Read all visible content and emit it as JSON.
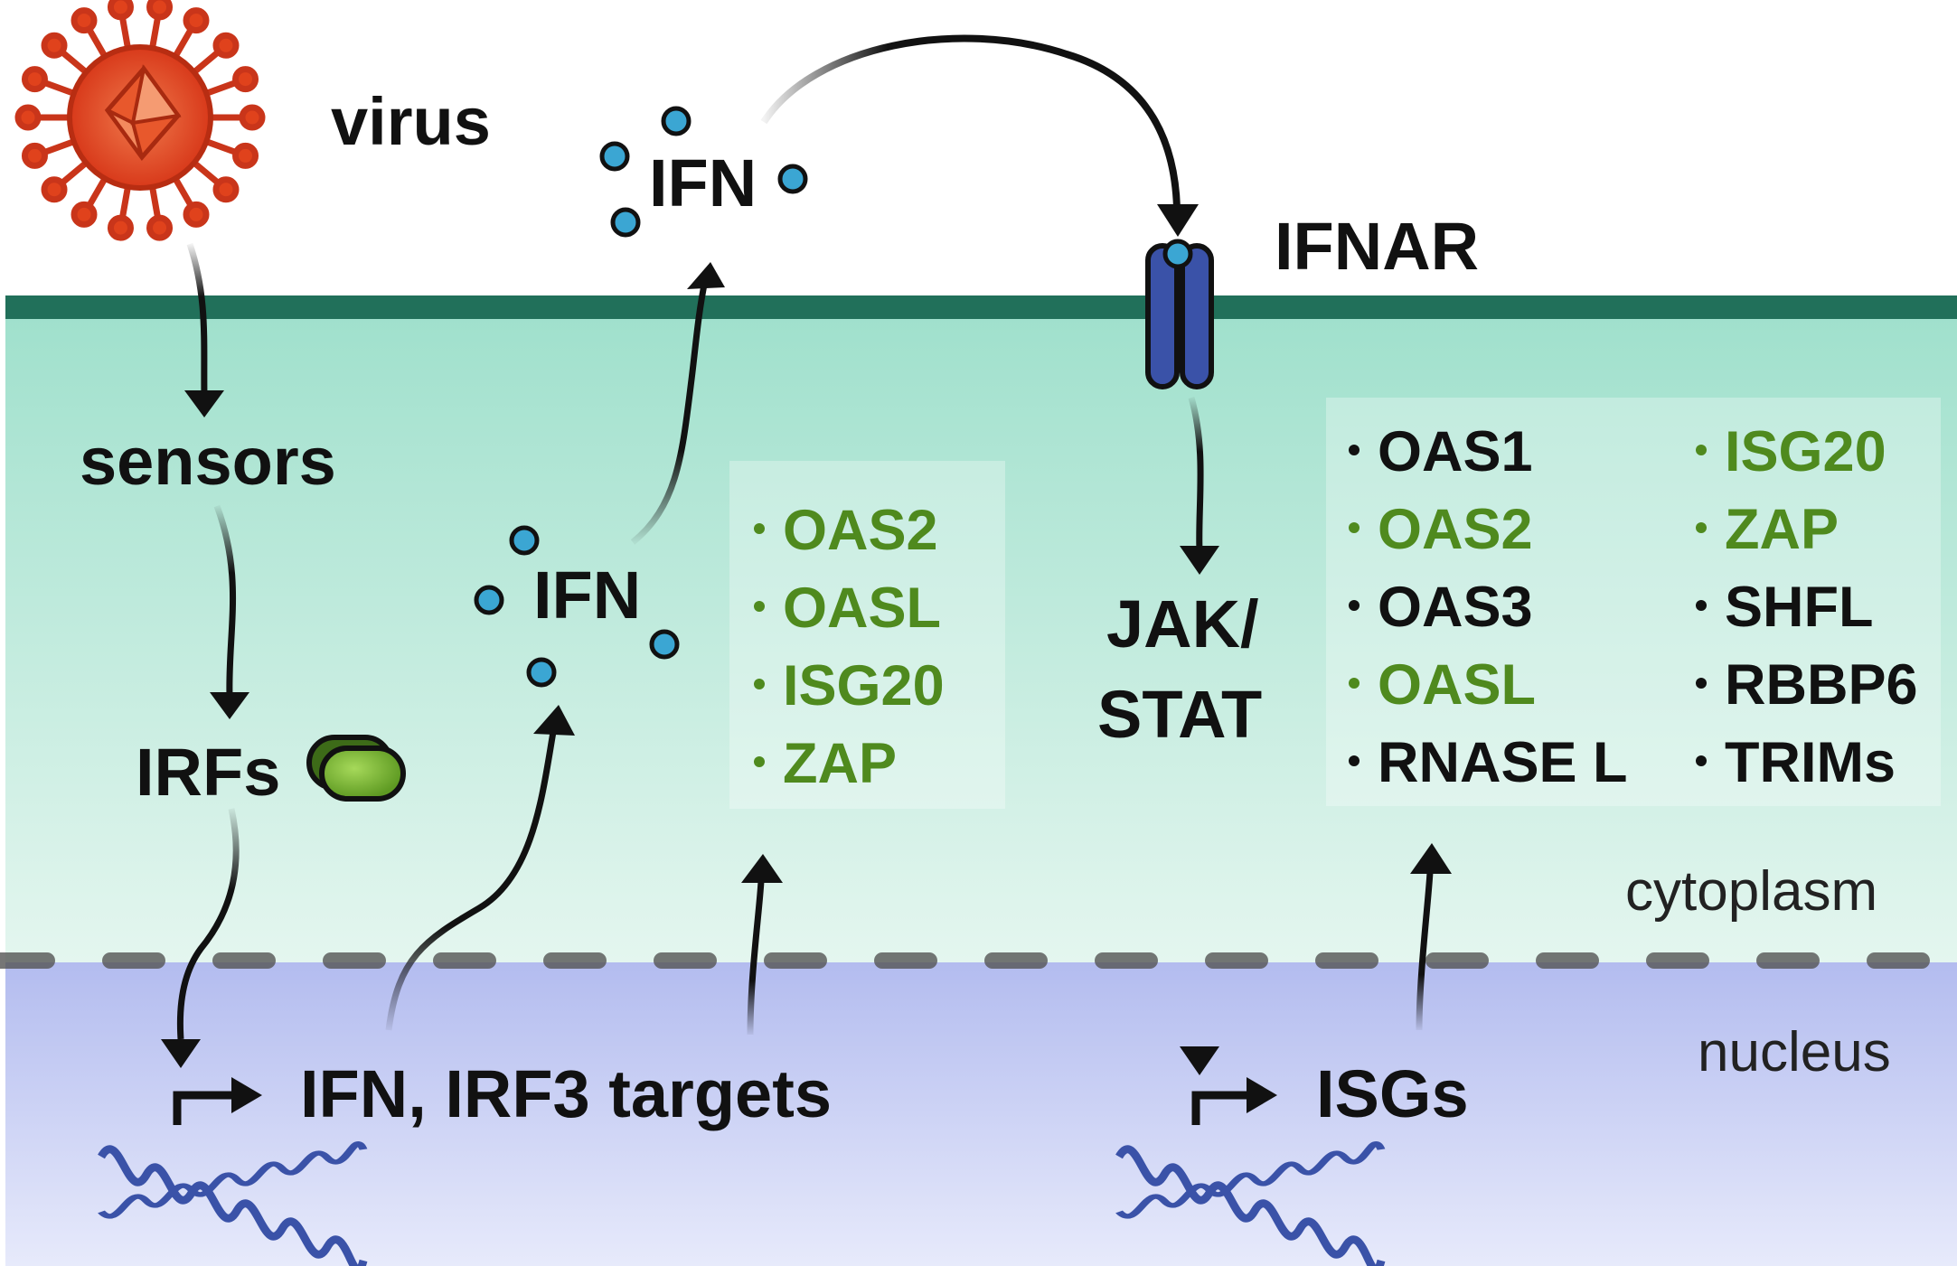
{
  "labels": {
    "virus": "virus",
    "sensors": "sensors",
    "irfs": "IRFs",
    "ifn_inner": "IFN",
    "ifn_outer": "IFN",
    "ifnar": "IFNAR",
    "jak_line1": "JAK/",
    "jak_line2": "STAT",
    "ifn_targets": "IFN, IRF3 targets",
    "isgs": "ISGs",
    "cytoplasm": "cytoplasm",
    "nucleus": "nucleus"
  },
  "gene_box_1": [
    {
      "name": "OAS2",
      "highlight": true
    },
    {
      "name": "OASL",
      "highlight": true
    },
    {
      "name": "ISG20",
      "highlight": true
    },
    {
      "name": "ZAP",
      "highlight": true
    }
  ],
  "gene_box_2_col1": [
    {
      "name": "OAS1",
      "highlight": false
    },
    {
      "name": "OAS2",
      "highlight": true
    },
    {
      "name": "OAS3",
      "highlight": false
    },
    {
      "name": "OASL",
      "highlight": true
    },
    {
      "name": "RNASE L",
      "highlight": false
    }
  ],
  "gene_box_2_col2": [
    {
      "name": "ISG20",
      "highlight": true
    },
    {
      "name": "ZAP",
      "highlight": true
    },
    {
      "name": "SHFL",
      "highlight": false
    },
    {
      "name": "RBBP6",
      "highlight": false
    },
    {
      "name": "TRIMs",
      "highlight": false
    }
  ],
  "colors": {
    "highlight_text": "#4f8a1e",
    "normal_text": "#111111",
    "membrane": "#21705a",
    "cytoplasm_top": "#9fe0cc",
    "cytoplasm_bottom": "#e4f6ef",
    "nucleus_top": "#b3bcef",
    "nucleus_bottom": "#e7eafb",
    "virus": "#e0421c",
    "receptor": "#3a52a8",
    "ifn_dot": "#3ba6d3",
    "dna": "#3a52a8",
    "irf_green": "#86c23e"
  },
  "icons": [
    "virus-icon",
    "receptor-icon",
    "irf-protein-icon",
    "dna-helix-icon",
    "promoter-arrow-icon"
  ]
}
